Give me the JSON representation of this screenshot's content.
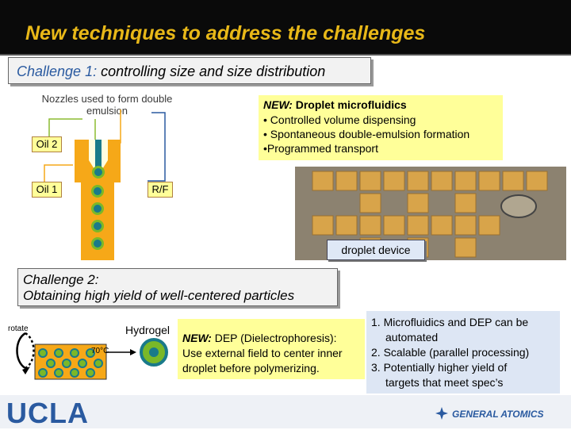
{
  "slide": {
    "title": "New techniques to address the challenges"
  },
  "challenge1": {
    "label": "Challenge 1:",
    "text": " controlling size and size distribution"
  },
  "nozzle_caption": "Nozzles used to form double emulsion",
  "nozzle_labels": {
    "oil2": "Oil 2",
    "oil1": "Oil 1",
    "rf": "R/F"
  },
  "microfluidics": {
    "new": "NEW:",
    "title": " Droplet microfluidics",
    "bullets": [
      "• Controlled volume dispensing",
      "• Spontaneous double-emulsion formation",
      "•Programmed transport"
    ]
  },
  "device_label": "droplet device",
  "challenge2": {
    "line1": "Challenge 2:",
    "line2": "Obtaining high yield of well-centered particles"
  },
  "diagram": {
    "rotate": "rotate",
    "temp": "70°C",
    "hydrogel": "Hydrogel"
  },
  "dep": {
    "new": "NEW:",
    "line1": " DEP (Dielectrophoresis):",
    "line2": "Use external field to center inner",
    "line3": "droplet before polymerizing."
  },
  "advantages": {
    "items": [
      "1. Microfluidics and DEP can be",
      "automated",
      "2. Scalable (parallel processing)",
      "3. Potentially higher yield of",
      "targets that meet spec’s"
    ]
  },
  "footer": {
    "left_logo": "UCLA",
    "right_logo": "GENERAL ATOMICS"
  },
  "colors": {
    "title": "#e8b818",
    "accent": "#2a5aa0",
    "note_bg": "#ffff99",
    "list_bg": "#dde6f4",
    "nozzle_fluid": "#f6a818",
    "droplet_outer": "#7ab828",
    "droplet_inner": "#1a7a8a"
  }
}
